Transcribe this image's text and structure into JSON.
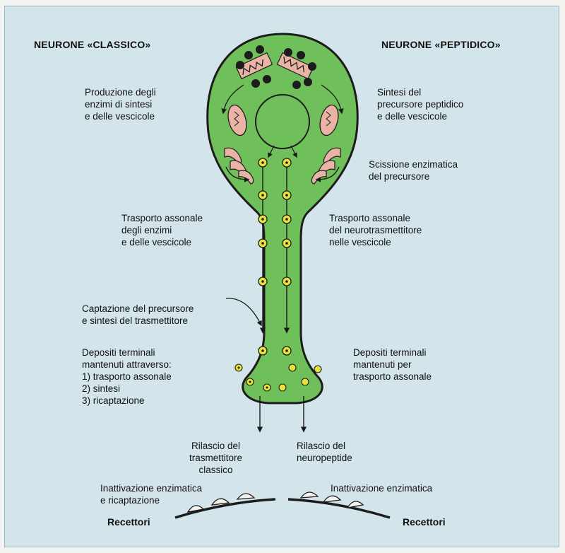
{
  "titles": {
    "left": "NEURONE «CLASSICO»",
    "right": "NEURONE «PEPTIDICO»"
  },
  "left_labels": {
    "synthesis": "Produzione degli\nenzimi di sintesi\ne delle vescicole",
    "transport": "Trasporto assonale\ndegli enzimi\ne delle vescicole",
    "uptake": "Captazione del precursore\ne sintesi del trasmettitore",
    "deposits": "Depositi terminali\nmantenuti attraverso:\n1)  trasporto assonale\n2)  sintesi\n3)  ricaptazione",
    "release": "Rilascio del\ntrasmettitore\nclassico",
    "inactivation": "Inattivazione enzimatica\ne ricaptazione",
    "receptors": "Recettori"
  },
  "right_labels": {
    "synthesis": "Sintesi del\nprecursore peptidico\ne delle vescicole",
    "cleavage": "Scissione enzimatica\ndel precursore",
    "transport": "Trasporto assonale\ndel neurotrasmettitore\nnelle vescicole",
    "deposits": "Depositi terminali\nmantenuti per\ntrasporto assonale",
    "release": "Rilascio del\nneuropeptide",
    "inactivation": "Inattivazione enzimatica",
    "receptors": "Recettori"
  },
  "colors": {
    "neuron_fill": "#6fbf5a",
    "neuron_outline": "#1c1c1c",
    "organelle_fill": "#e9b3a6",
    "vesicle_fill": "#e8e33a",
    "receptor_fill": "#f6f3ec",
    "background": "#d3e5ea"
  }
}
